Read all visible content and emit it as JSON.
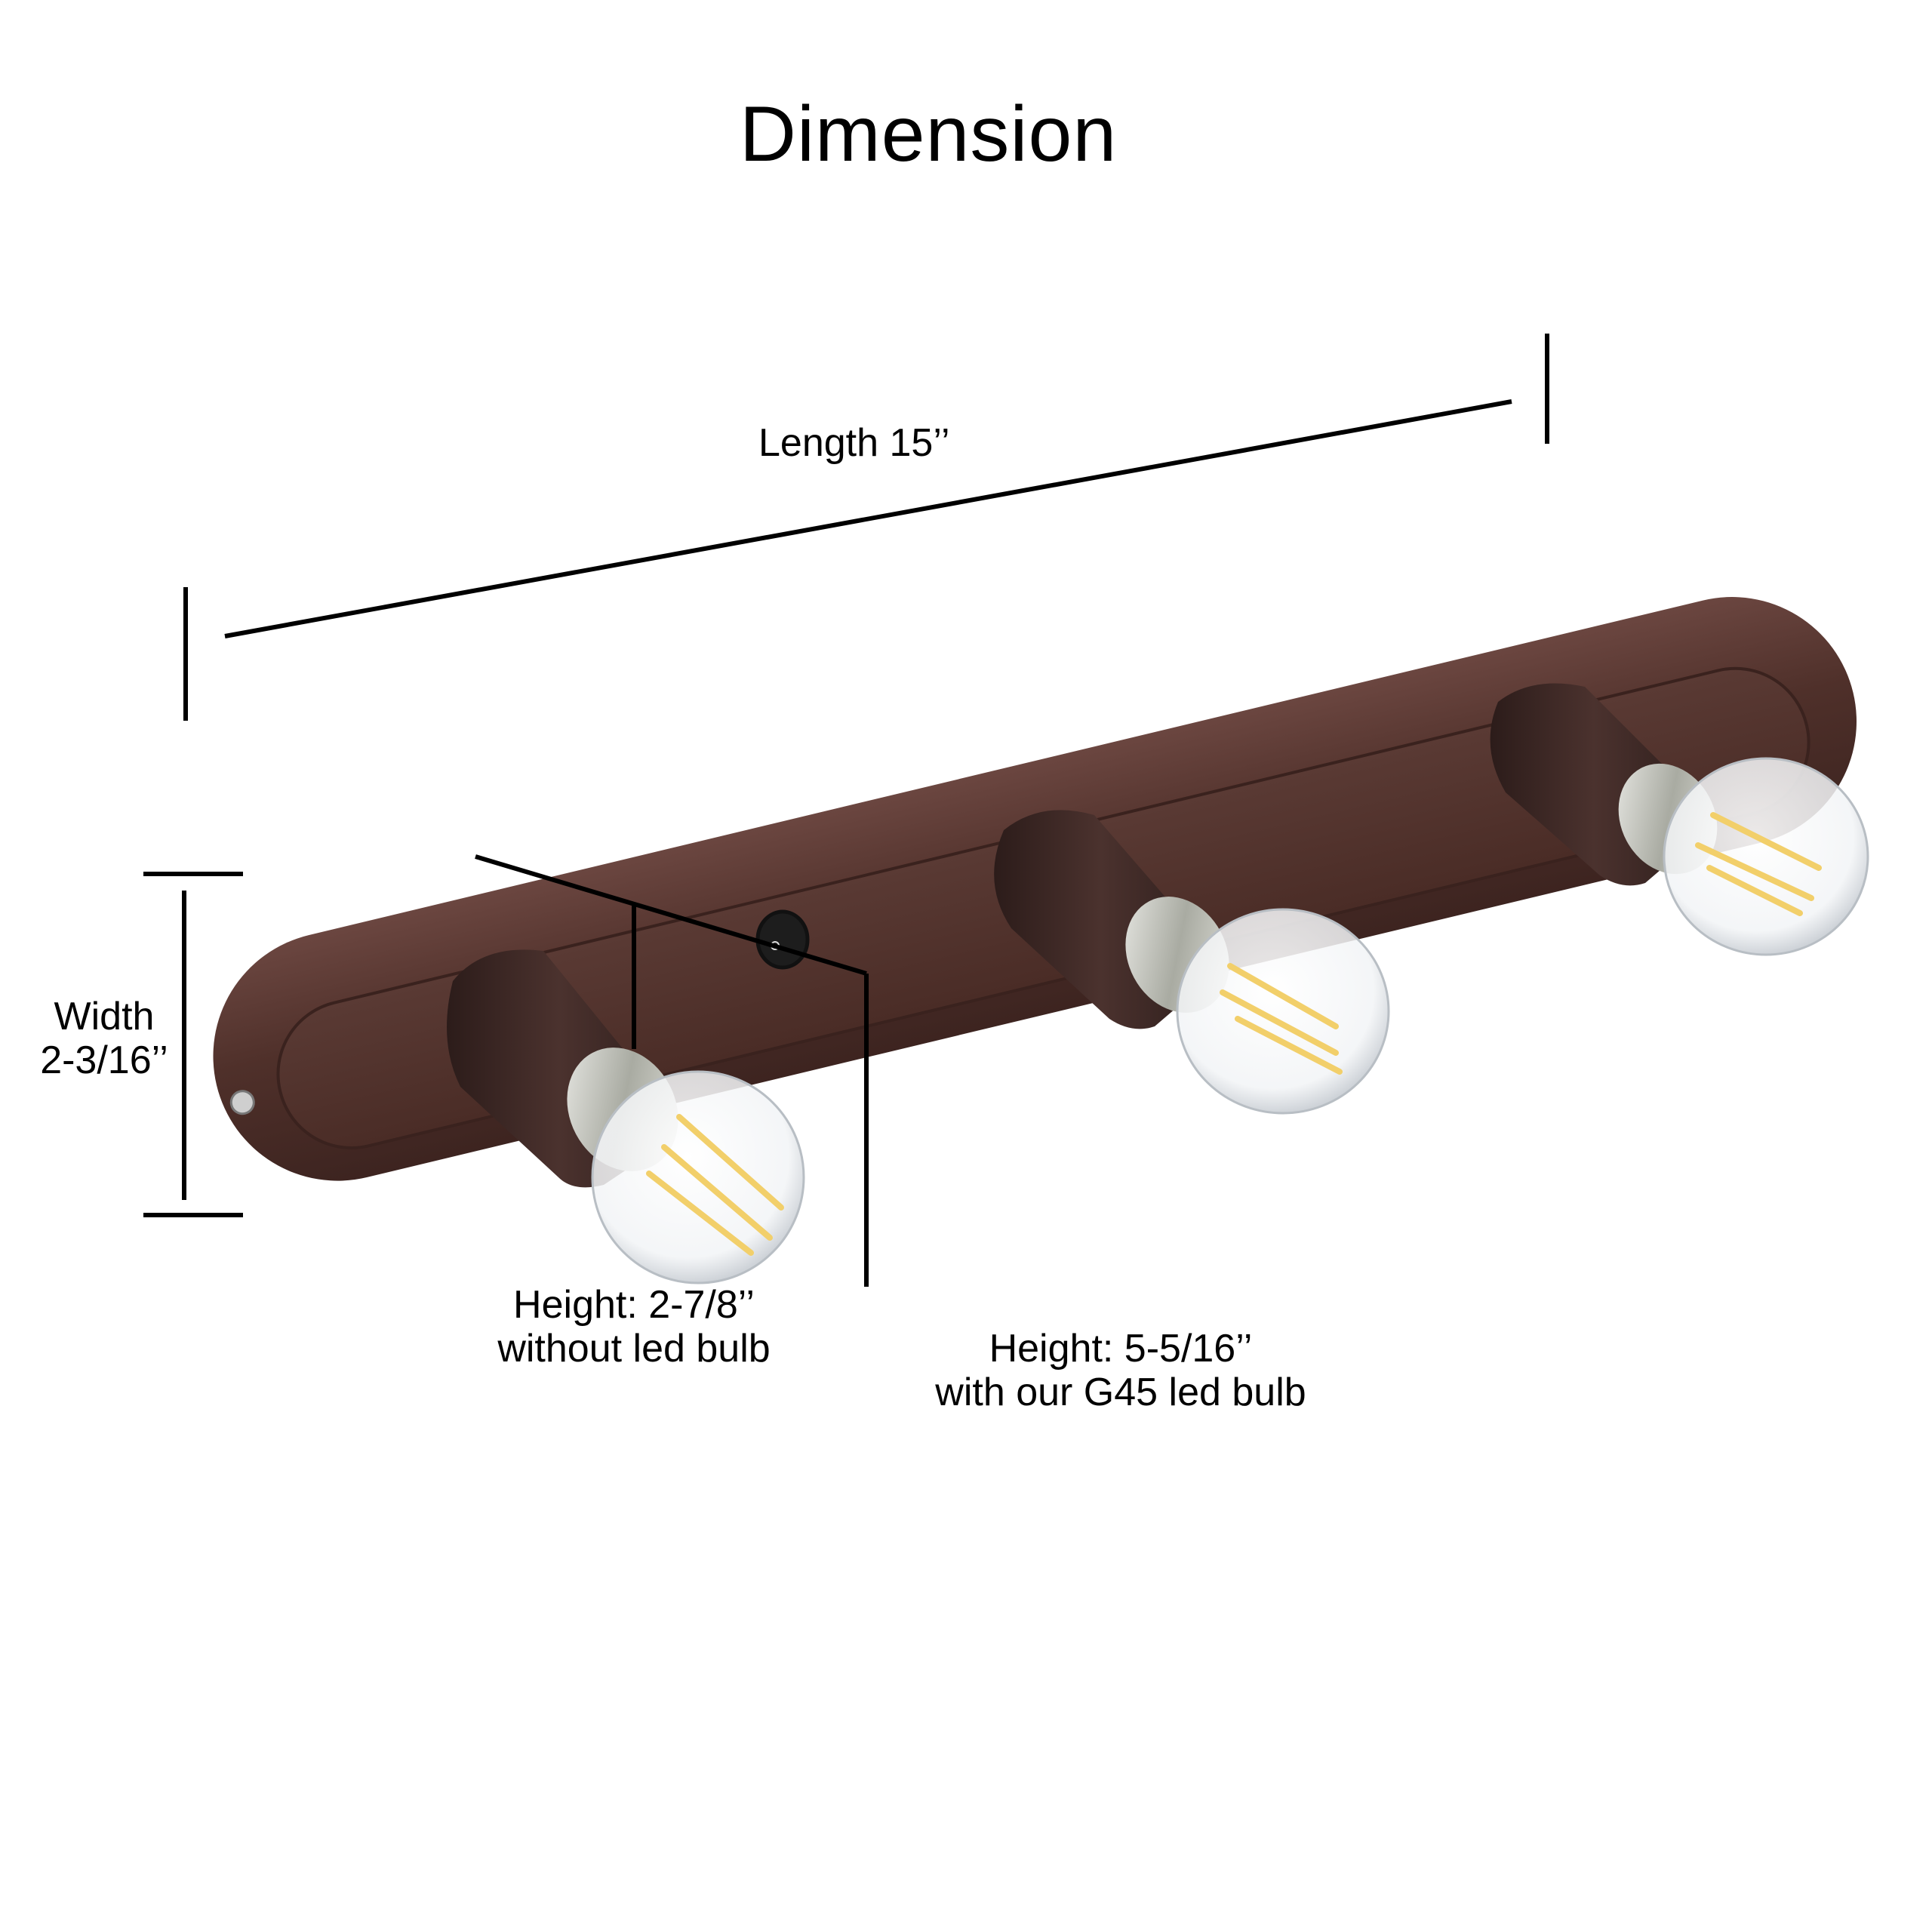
{
  "title": "Dimension",
  "product": {
    "description": "3-light vanity bar with rocker switch and G45 filament LED bulbs",
    "finish_color": "#4a2c26",
    "finish_highlight": "#6b4640",
    "socket_color": "#3a2624",
    "switch_color": "#1d1d1d",
    "filament_color": "#f2cf6a",
    "bulb_count": 3
  },
  "dimensions": {
    "length": {
      "label": "Length 15’’"
    },
    "width": {
      "line1": "Width",
      "line2": "2-3/16’’"
    },
    "height_without_bulb": {
      "line1": "Height: 2-7/8’’",
      "line2": "without led bulb"
    },
    "height_with_bulb": {
      "line1": "Height: 5-5/16’’",
      "line2": "with our G45 led bulb"
    }
  }
}
